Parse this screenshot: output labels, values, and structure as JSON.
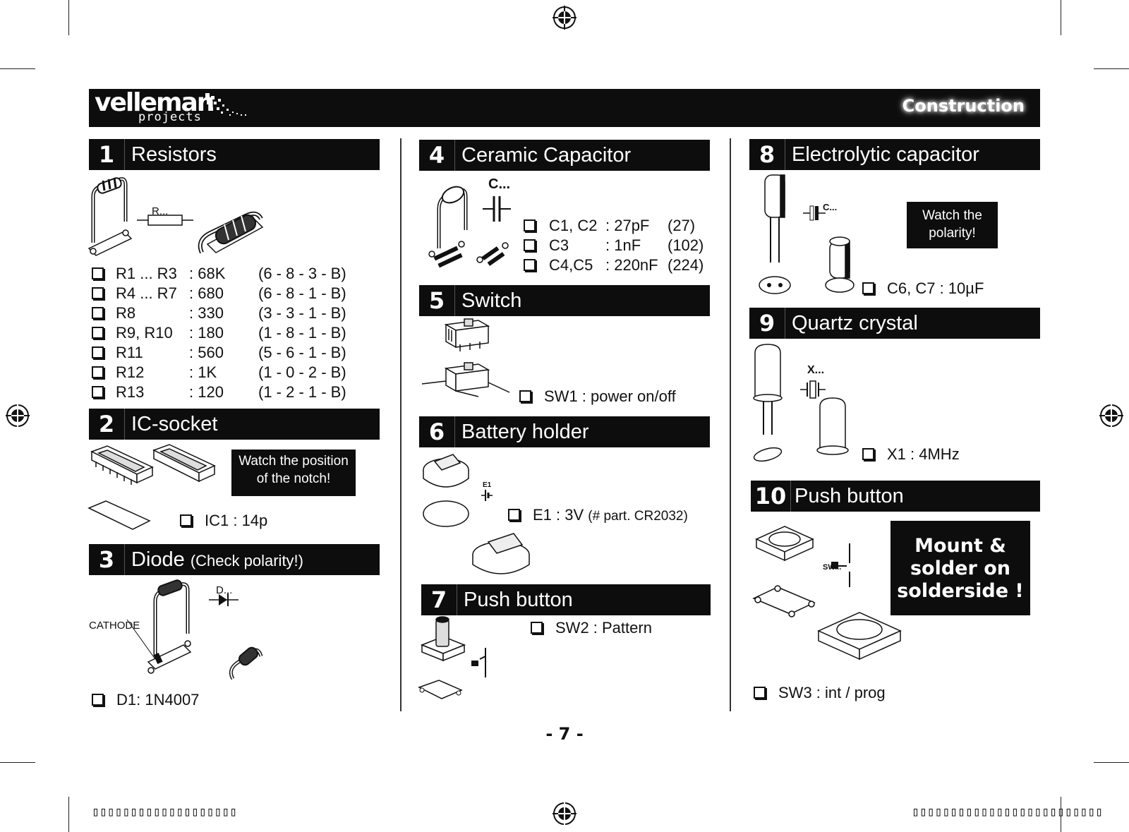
{
  "header": {
    "brand": "velleman",
    "brand_sub": "projects",
    "section": "Construction"
  },
  "sections": {
    "s1": {
      "num": "1",
      "title": "Resistors",
      "label": "R...",
      "rows": [
        {
          "ref": "R1 ... R3",
          "value": ": 68K",
          "code": "(6 - 8 - 3 - B)"
        },
        {
          "ref": "R4 ... R7",
          "value": ": 680",
          "code": "(6 - 8 - 1 - B)"
        },
        {
          "ref": "R8",
          "value": ": 330",
          "code": "(3 - 3 - 1 - B)"
        },
        {
          "ref": "R9, R10",
          "value": ": 180",
          "code": "(1 - 8 - 1 - B)"
        },
        {
          "ref": "R11",
          "value": ": 560",
          "code": "(5 - 6 - 1 - B)"
        },
        {
          "ref": "R12",
          "value": ": 1K",
          "code": "(1 - 0 - 2 - B)"
        },
        {
          "ref": "R13",
          "value": ": 120",
          "code": "(1 - 2 - 1 - B)"
        }
      ]
    },
    "s2": {
      "num": "2",
      "title": "IC-socket",
      "note": "Watch the position of the notch!",
      "item": "IC1 : 14p"
    },
    "s3": {
      "num": "3",
      "title": "Diode",
      "title_small": "(Check polarity!)",
      "label": "D...",
      "cathode": "CATHODE",
      "item": "D1: 1N4007"
    },
    "s4": {
      "num": "4",
      "title": "Ceramic Capacitor",
      "label": "C...",
      "rows": [
        {
          "ref": "C1, C2",
          "value": ": 27pF",
          "code": "(27)"
        },
        {
          "ref": "C3",
          "value": ": 1nF",
          "code": "(102)"
        },
        {
          "ref": "C4,C5",
          "value": ": 220nF",
          "code": "(224)"
        }
      ]
    },
    "s5": {
      "num": "5",
      "title": "Switch",
      "item": "SW1 : power on/off"
    },
    "s6": {
      "num": "6",
      "title": "Battery holder",
      "item_main": "E1 : 3V",
      "item_small": "(# part. CR2032)",
      "label": "E1"
    },
    "s7": {
      "num": "7",
      "title": "Push button",
      "item": "SW2 : Pattern"
    },
    "s8": {
      "num": "8",
      "title": "Electrolytic capacitor",
      "note": "Watch the polarity!",
      "item": "C6, C7 : 10µF",
      "label": "C..."
    },
    "s9": {
      "num": "9",
      "title": "Quartz crystal",
      "item": "X1 : 4MHz",
      "label": "X..."
    },
    "s10": {
      "num": "10",
      "title": "Push button",
      "note": "Mount & solder on solderside !",
      "item": "SW3 : int / prog",
      "label": "SW..."
    }
  },
  "page_number": "- 7 -",
  "footer": {
    "left_code": "▯▯▯▯▯▯▯▯▯▯▯▯▯▯▯▯▯▯▯",
    "right_code": "▯▯▯▯▯▯▯▯▯▯▯▯▯▯▯▯▯▯▯▯▯▯▯▯▯"
  }
}
